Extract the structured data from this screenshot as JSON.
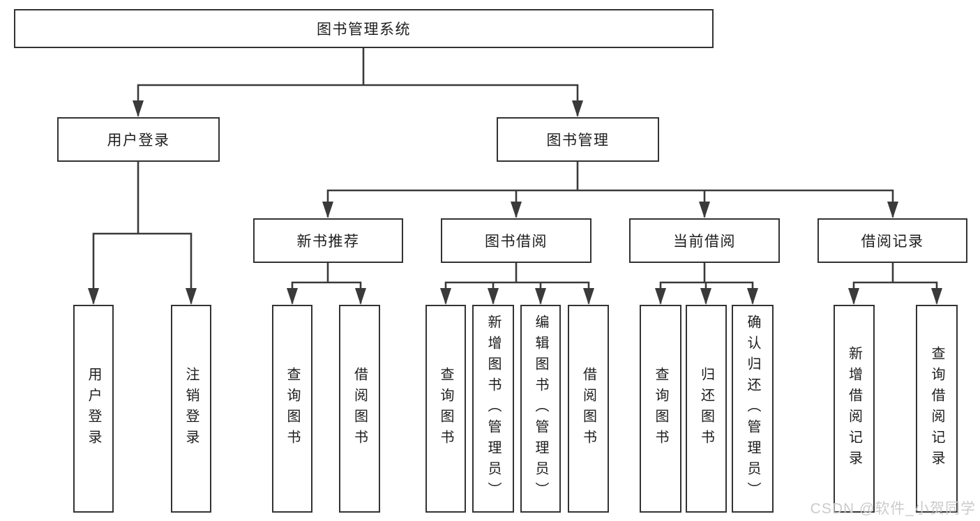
{
  "tree": {
    "label": "图书管理系统",
    "children": [
      {
        "label": "用户登录",
        "children": [
          {
            "label": "用户登录"
          },
          {
            "label": "注销登录"
          }
        ]
      },
      {
        "label": "图书管理",
        "children": [
          {
            "label": "新书推荐",
            "children": [
              {
                "label": "查询图书"
              },
              {
                "label": "借阅图书"
              }
            ]
          },
          {
            "label": "图书借阅",
            "children": [
              {
                "label": "查询图书"
              },
              {
                "label": "新增图书（管理员）"
              },
              {
                "label": "编辑图书（管理员）"
              },
              {
                "label": "借阅图书"
              }
            ]
          },
          {
            "label": "当前借阅",
            "children": [
              {
                "label": "查询图书"
              },
              {
                "label": "归还图书"
              },
              {
                "label": "确认归还（管理员）"
              }
            ]
          },
          {
            "label": "借阅记录",
            "children": [
              {
                "label": "新增借阅记录"
              },
              {
                "label": "查询借阅记录"
              }
            ]
          }
        ]
      }
    ]
  },
  "watermark": "CSDN @软件_小贺同学",
  "colors": {
    "line": "#3a3a3a",
    "border": "#333333",
    "text": "#1d1d1f",
    "background": "#ffffff",
    "watermark": "#cbcbcb"
  }
}
